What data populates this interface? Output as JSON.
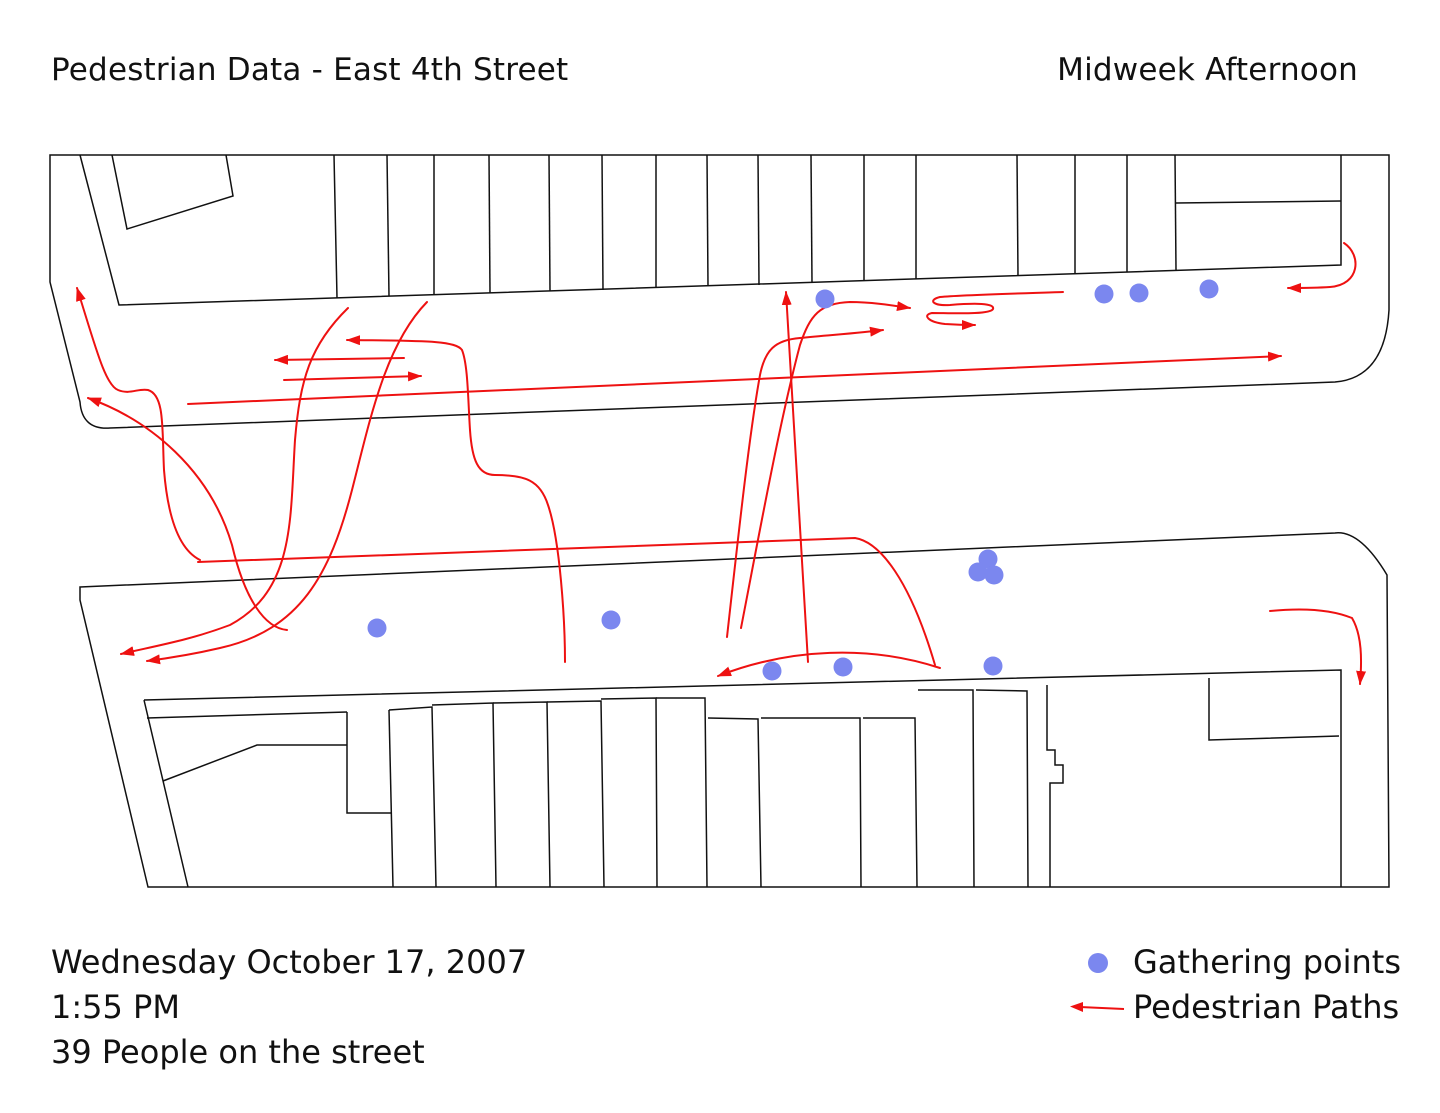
{
  "header": {
    "title": "Pedestrian Data - East 4th Street",
    "subtitle": "Midweek Afternoon"
  },
  "info": {
    "date": "Wednesday October 17, 2007",
    "time": "1:55 PM",
    "count": "39 People on the street"
  },
  "legend": {
    "gathering_label": "Gathering points",
    "paths_label": "Pedestrian Paths",
    "gathering_icon": "filled-circle-icon",
    "paths_icon": "red-arrow-icon"
  },
  "colors": {
    "gathering": "#7b87ef",
    "paths": "#ee1111",
    "outline": "#111111"
  }
}
